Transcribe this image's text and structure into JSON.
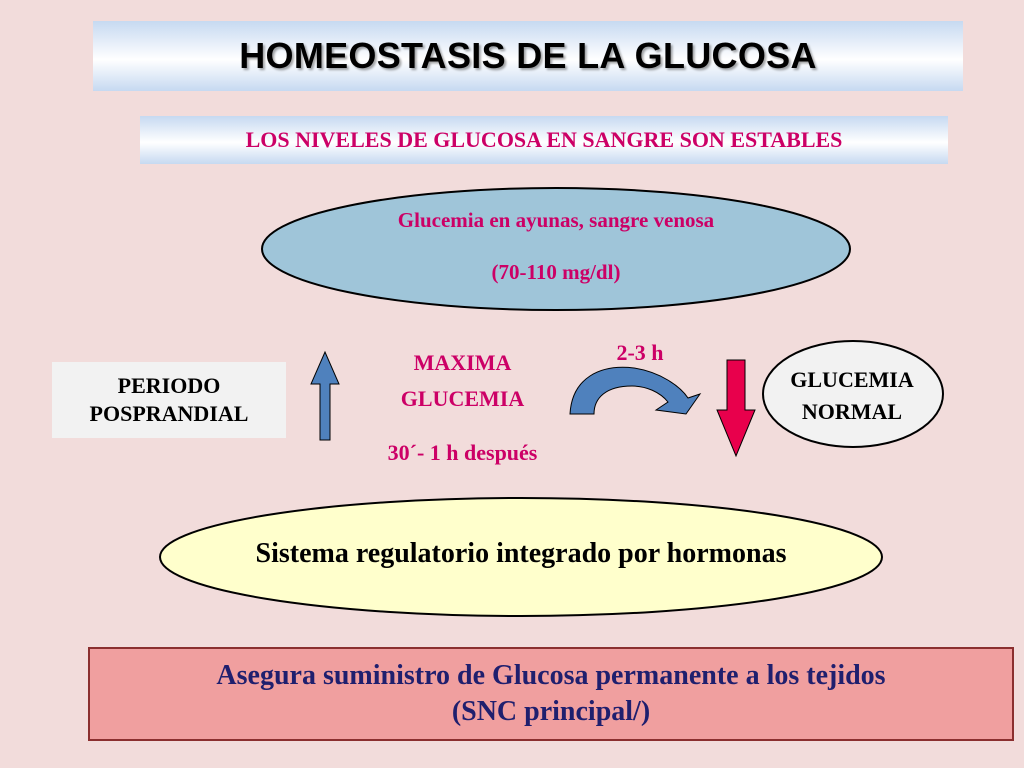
{
  "title": "HOMEOSTASIS DE LA GLUCOSA",
  "subtitle": "LOS NIVELES DE GLUCOSA EN SANGRE SON ESTABLES",
  "fasting": {
    "line1": "Glucemia en ayunas, sangre venosa",
    "line2": "(70-110 mg/dl)"
  },
  "postprandial": {
    "line1": "PERIODO",
    "line2": "POSPRANDIAL"
  },
  "max_glucemia": {
    "line1": "MAXIMA",
    "line2": "GLUCEMIA",
    "line3": "30´- 1 h después"
  },
  "interval": "2-3 h",
  "normal": {
    "line1": "GLUCEMIA",
    "line2": "NORMAL"
  },
  "regulatory": "Sistema regulatorio integrado por hormonas",
  "supply": {
    "line1": "Asegura suministro de Glucosa permanente a los tejidos",
    "line2": "(SNC principal/)"
  },
  "colors": {
    "background": "#f2dcdb",
    "accent_text": "#cc0066",
    "fasting_ellipse": "#9fc5d9",
    "regulatory_ellipse": "#ffffcc",
    "up_arrow": "#4f81bd",
    "down_arrow": "#e8004c",
    "curved_arrow": "#4f81bd",
    "supply_box": "#f09f9f"
  }
}
